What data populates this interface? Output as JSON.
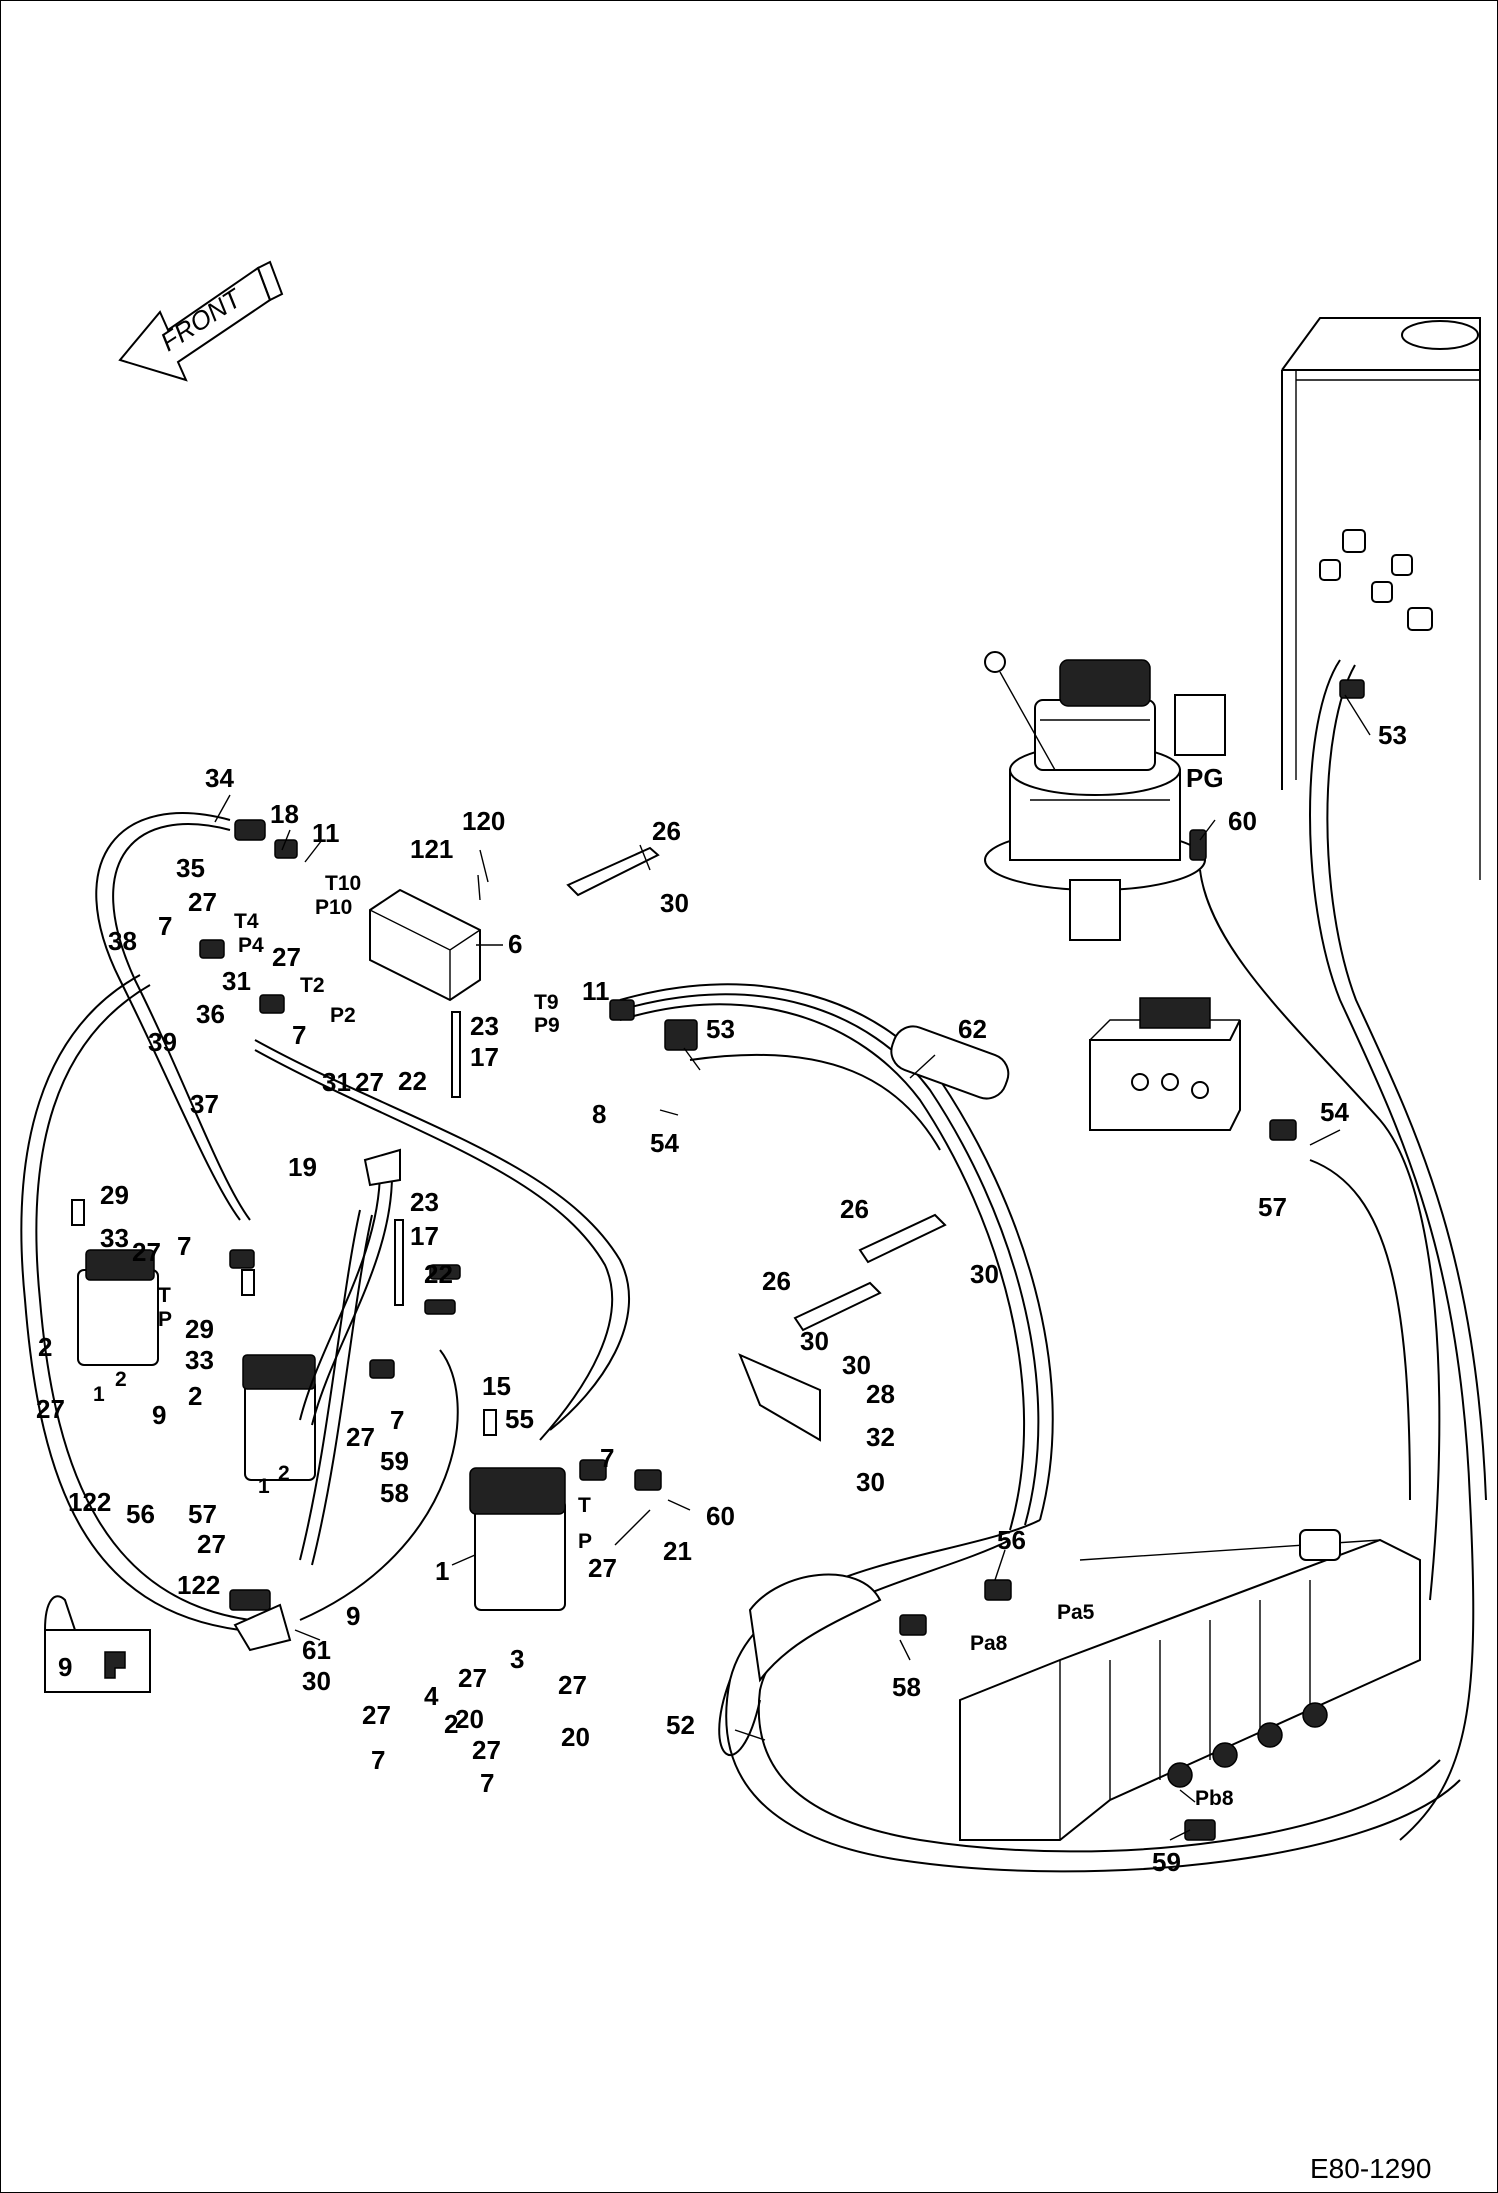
{
  "drawing_code": "E80-1290",
  "front_arrow": {
    "label": "FRONT",
    "icon": "front-arrow-icon"
  },
  "inset": {
    "label": "9"
  },
  "callouts": [
    {
      "t": "34"
    },
    {
      "t": "18"
    },
    {
      "t": "11"
    },
    {
      "t": "T10"
    },
    {
      "t": "P10"
    },
    {
      "t": "120"
    },
    {
      "t": "121"
    },
    {
      "t": "35"
    },
    {
      "t": "27"
    },
    {
      "t": "T4"
    },
    {
      "t": "P4"
    },
    {
      "t": "7"
    },
    {
      "t": "38"
    },
    {
      "t": "6"
    },
    {
      "t": "27"
    },
    {
      "t": "31"
    },
    {
      "t": "T2"
    },
    {
      "t": "P2"
    },
    {
      "t": "36"
    },
    {
      "t": "39"
    },
    {
      "t": "7"
    },
    {
      "t": "31"
    },
    {
      "t": "27"
    },
    {
      "t": "22"
    },
    {
      "t": "23"
    },
    {
      "t": "17"
    },
    {
      "t": "T9"
    },
    {
      "t": "P9"
    },
    {
      "t": "11"
    },
    {
      "t": "37"
    },
    {
      "t": "8"
    },
    {
      "t": "53"
    },
    {
      "t": "54"
    },
    {
      "t": "62"
    },
    {
      "t": "26"
    },
    {
      "t": "30"
    },
    {
      "t": "19"
    },
    {
      "t": "23"
    },
    {
      "t": "17"
    },
    {
      "t": "22"
    },
    {
      "t": "29"
    },
    {
      "t": "33"
    },
    {
      "t": "27"
    },
    {
      "t": "7"
    },
    {
      "t": "T"
    },
    {
      "t": "P"
    },
    {
      "t": "29"
    },
    {
      "t": "33"
    },
    {
      "t": "2"
    },
    {
      "t": "2"
    },
    {
      "t": "7"
    },
    {
      "t": "27"
    },
    {
      "t": "27"
    },
    {
      "t": "9"
    },
    {
      "t": "122"
    },
    {
      "t": "56"
    },
    {
      "t": "57"
    },
    {
      "t": "59"
    },
    {
      "t": "58"
    },
    {
      "t": "27"
    },
    {
      "t": "122"
    },
    {
      "t": "9"
    },
    {
      "t": "61"
    },
    {
      "t": "30"
    },
    {
      "t": "15"
    },
    {
      "t": "55"
    },
    {
      "t": "1"
    },
    {
      "t": "T"
    },
    {
      "t": "P"
    },
    {
      "t": "27"
    },
    {
      "t": "21"
    },
    {
      "t": "60"
    },
    {
      "t": "7"
    },
    {
      "t": "27"
    },
    {
      "t": "3"
    },
    {
      "t": "27"
    },
    {
      "t": "27"
    },
    {
      "t": "4"
    },
    {
      "t": "2"
    },
    {
      "t": "20"
    },
    {
      "t": "20"
    },
    {
      "t": "27"
    },
    {
      "t": "7"
    },
    {
      "t": "7"
    },
    {
      "t": "26"
    },
    {
      "t": "30"
    },
    {
      "t": "26"
    },
    {
      "t": "30"
    },
    {
      "t": "30"
    },
    {
      "t": "28"
    },
    {
      "t": "32"
    },
    {
      "t": "30"
    },
    {
      "t": "52"
    },
    {
      "t": "56"
    },
    {
      "t": "Pa5"
    },
    {
      "t": "Pa8"
    },
    {
      "t": "58"
    },
    {
      "t": "Pb8"
    },
    {
      "t": "59"
    },
    {
      "t": "54"
    },
    {
      "t": "57"
    },
    {
      "t": "53"
    },
    {
      "t": "PG"
    },
    {
      "t": "60"
    },
    {
      "t": "1"
    },
    {
      "t": "2"
    },
    {
      "t": "1"
    },
    {
      "t": "2"
    }
  ]
}
